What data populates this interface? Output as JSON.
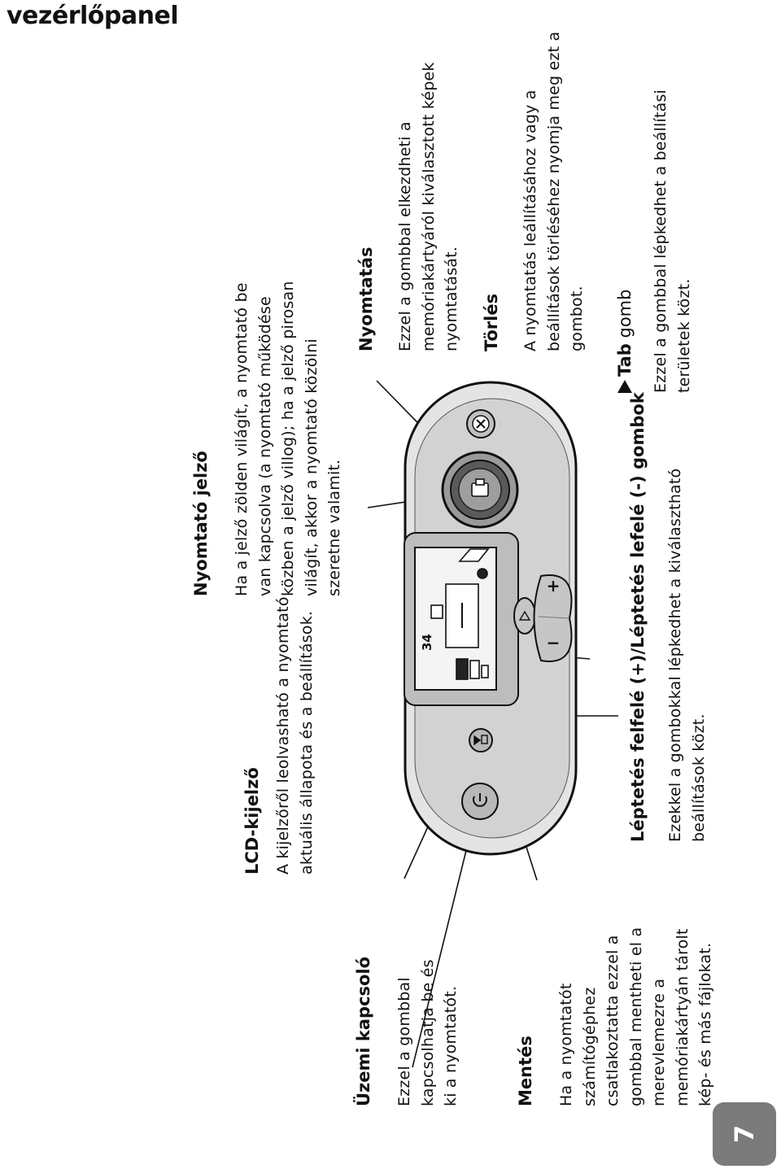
{
  "header": {
    "title": "vezérlőpanel"
  },
  "page_number": "7",
  "lcd": {
    "counter": "34"
  },
  "sections": {
    "uzemi_kapcsolo": {
      "title": "Üzemi kapcsoló",
      "text": "Ezzel a gombbal kapcsolhatja be és ki a nyomtatót."
    },
    "mentes": {
      "title": "Mentés",
      "text": "Ha a nyomtatót számítógéphez csatlakoztatta ezzel a gombbal mentheti el a merevlemezre a memóriakártyán tárolt kép- és más fájlokat."
    },
    "lcd_kijelzo": {
      "title": "LCD-kijelző",
      "text": "A kijelzőről leolvasható a nyomtató aktuális állapota és a beállítások."
    },
    "nyomtato_jelzo": {
      "title": "Nyomtató jelző",
      "text": "Ha a jelző zölden világít, a nyomtató be van kapcsolva (a nyomtató működése közben a jelző villog); ha a jelző pirosan világít, akkor a nyomtató közölni szeretne valamit."
    },
    "leptetes": {
      "title": "Léptetés felfelé (+)/Léptetés lefelé (-) gombok",
      "text": "Ezekkel a gombokkal lépkedhet a kiválasztható beállítások közt."
    },
    "nyomtatas": {
      "title": "Nyomtatás",
      "text": "Ezzel a gombbal elkezdheti a memóriakártyáról kiválasztott képek nyomtatását."
    },
    "torles": {
      "title": "Törlés",
      "text": "A nyomtatás leállításához vagy a beállítások törléséhez nyomja meg ezt a gombot."
    },
    "tab": {
      "title_bold": "Tab",
      "title_rest": " gomb",
      "text": "Ezzel a gombbal lépkedhet a beállítási területek közt."
    }
  }
}
